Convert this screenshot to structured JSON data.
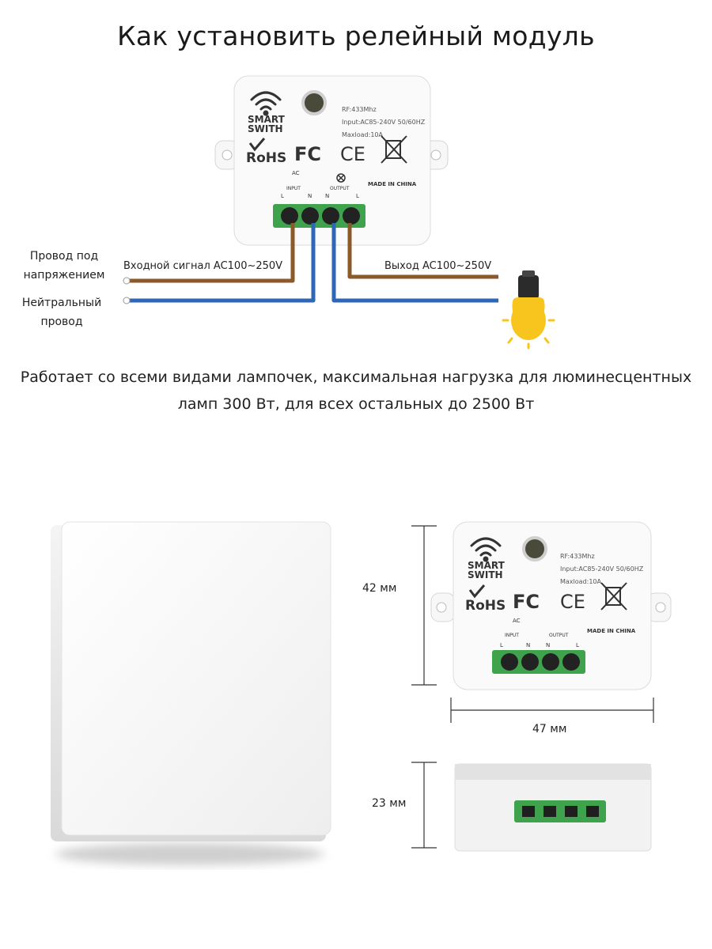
{
  "title": "Как установить релейный модуль",
  "module": {
    "brand_line1": "SMART",
    "brand_line2": "SWITH",
    "spec_rf": "RF:433Mhz",
    "spec_input": "Input:AC85-240V 50/60HZ",
    "spec_load": "Maxload:10A",
    "rohs": "RoHS",
    "fc": "FC",
    "ce": "CE",
    "ac": "AC",
    "input": "INPUT",
    "output": "OUTPUT",
    "made_in": "MADE IN CHINA",
    "term_l1": "L",
    "term_n1": "N",
    "term_n2": "N",
    "term_l2": "L"
  },
  "wiring": {
    "live_label_line1": "Провод под",
    "live_label_line2": "напряжением",
    "neutral_label_line1": "Нейтральный",
    "neutral_label_line2": "провод",
    "input_signal": "Входной сигнал AC100~250V",
    "output_signal": "Выход AC100~250V",
    "live_color": "#8a5a2b",
    "neutral_color": "#2e66b8",
    "terminal_color": "#3fa34d"
  },
  "description_line1": "Работает со всеми видами лампочек, максимальная нагрузка для  люминесцентных",
  "description_line2": "ламп 300 Вт, для всех остальных до 2500 Вт",
  "dimensions": {
    "height": "42 мм",
    "width": "47 мм",
    "depth": "23 мм"
  }
}
